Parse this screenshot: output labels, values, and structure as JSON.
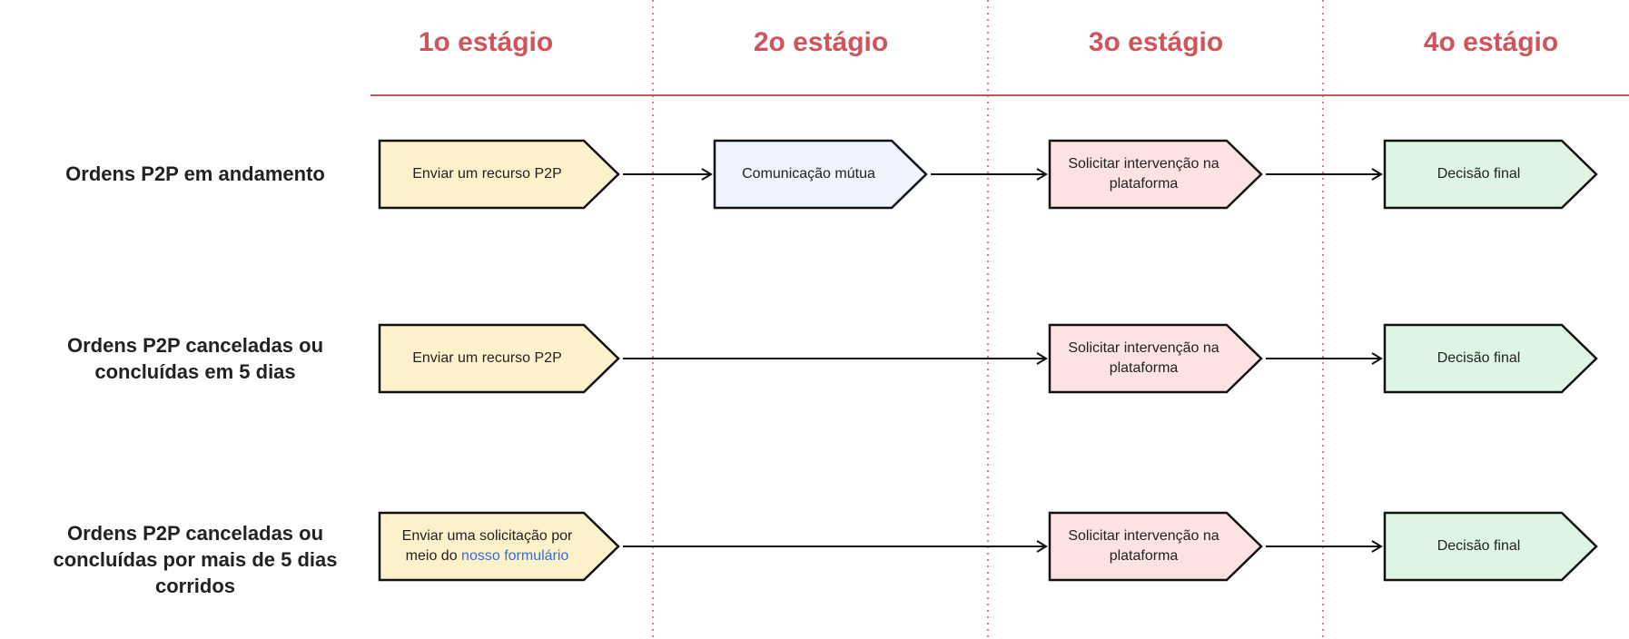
{
  "stages": [
    "1o estágio",
    "2o estágio",
    "3o estágio",
    "4o estágio"
  ],
  "rows": [
    {
      "label": "Ordens P2P em andamento",
      "steps": [
        {
          "stage": 0,
          "text": "Enviar um recurso P2P"
        },
        {
          "stage": 1,
          "text": "Comunicação mútua"
        },
        {
          "stage": 2,
          "text": "Solicitar intervenção na plataforma"
        },
        {
          "stage": 3,
          "text": "Decisão final"
        }
      ]
    },
    {
      "label": "Ordens P2P canceladas ou concluídas em 5 dias",
      "steps": [
        {
          "stage": 0,
          "text": "Enviar um recurso P2P"
        },
        {
          "stage": 2,
          "text": "Solicitar intervenção na plataforma"
        },
        {
          "stage": 3,
          "text": "Decisão final"
        }
      ]
    },
    {
      "label": "Ordens P2P canceladas ou concluídas por mais de 5 dias corridos",
      "steps": [
        {
          "stage": 0,
          "text": "Enviar uma solicitação por meio do",
          "link": "nosso formulário"
        },
        {
          "stage": 2,
          "text": "Solicitar intervenção na plataforma"
        },
        {
          "stage": 3,
          "text": "Decisão final"
        }
      ]
    }
  ],
  "colors": {
    "stage_title": "#d0555a",
    "divider": "#d0555a",
    "stage_fills": [
      "#fdf1cc",
      "#eef3fd",
      "#fde2e2",
      "#dff5e3"
    ],
    "link": "#2f6fe0"
  }
}
